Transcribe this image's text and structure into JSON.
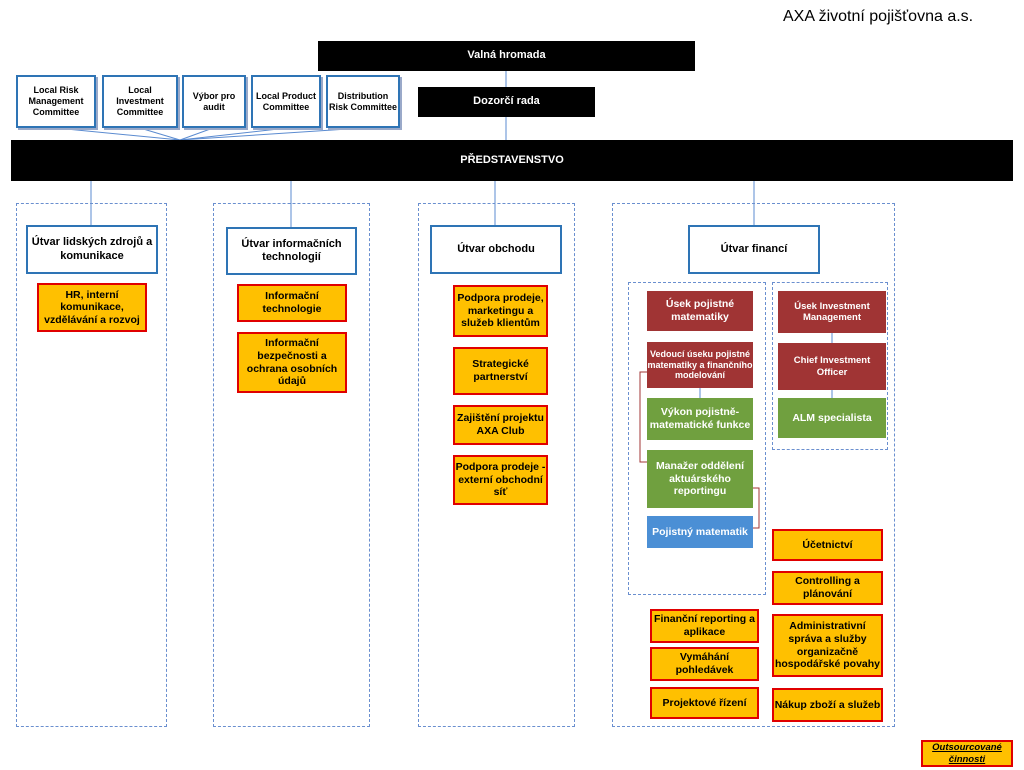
{
  "company": "AXA životní pojišťovna a.s.",
  "governance": {
    "general_meeting": "Valná hromada",
    "supervisory_board": "Dozorčí rada",
    "board": "PŘEDSTAVENSTVO"
  },
  "committees": [
    "Local Risk Management Committee",
    "Local Investment Committee",
    "Výbor pro audit",
    "Local Product Committee",
    "Distribution Risk Committee"
  ],
  "divisions": {
    "hr": {
      "name": "Útvar lidských zdrojů a komunikace",
      "units": [
        "HR, interní komunikace, vzdělávání a rozvoj"
      ]
    },
    "it": {
      "name": "Útvar informačních technologií",
      "units": [
        "Informační technologie",
        "Informační bezpečnosti a ochrana osobních údajů"
      ]
    },
    "sales": {
      "name": "Útvar obchodu",
      "units": [
        "Podpora prodeje, marketingu a služeb klientům",
        "Strategické partnerství",
        "Zajištění projektu AXA Club",
        "Podpora prodeje - externí obchodní síť"
      ]
    },
    "finance": {
      "name": "Útvar financí",
      "actuarial": {
        "head": "Úsek pojistné matematiky",
        "lead": "Vedoucí úseku pojistné matematiky a finančního modelování",
        "function": "Výkon pojistně-matematické funkce",
        "manager": "Manažer oddělení aktuárského reportingu",
        "actuary": "Pojistný matematik"
      },
      "investment": {
        "head": "Úsek Investment Management",
        "cio": "Chief Investment Officer",
        "alm": "ALM specialista"
      },
      "units_left": [
        "Finanční reporting a aplikace",
        "Vymáhání pohledávek",
        "Projektové řízení"
      ],
      "units_right": [
        "Účetnictví",
        "Controlling a plánování",
        "Administrativní správa a služby organizačně hospodářské povahy",
        "Nákup zboží a služeb"
      ]
    }
  },
  "legend": "Outsourcované činnosti",
  "colors": {
    "outsourced_fill": "#ffc000",
    "outsourced_border": "#e00000",
    "actuarial_red": "#a03434",
    "green": "#70a03f",
    "light_blue": "#4b8fd5",
    "frame_blue": "#2e74b5"
  }
}
